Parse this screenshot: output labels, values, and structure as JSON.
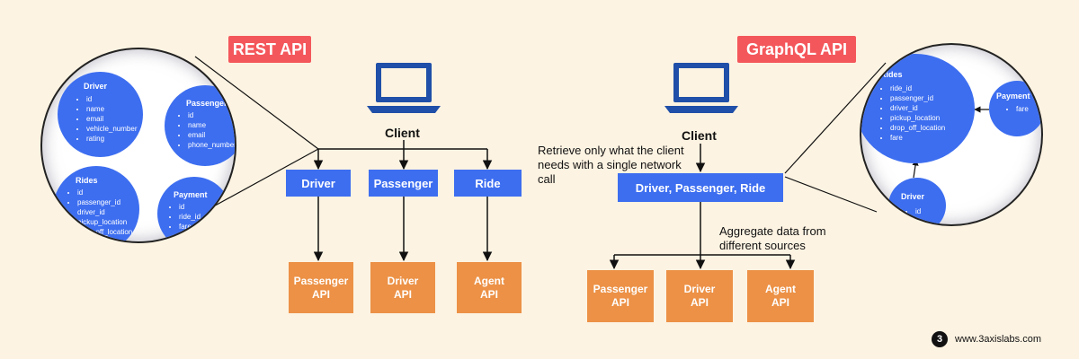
{
  "rest": {
    "tag": "REST API",
    "client_label": "Client",
    "resources": [
      "Driver",
      "Passenger",
      "Ride"
    ],
    "services": [
      "Passenger\nAPI",
      "Driver\nAPI",
      "Agent\nAPI"
    ],
    "bubbles": [
      {
        "title": "Driver",
        "fields": [
          "id",
          "name",
          "email",
          "vehicle_number",
          "rating"
        ]
      },
      {
        "title": "Passenger",
        "fields": [
          "id",
          "name",
          "email",
          "phone_number"
        ]
      },
      {
        "title": "Rides",
        "fields": [
          "id",
          "passenger_id",
          "driver_id",
          "pickup_location",
          "drop_off_location"
        ]
      },
      {
        "title": "Payment",
        "fields": [
          "id",
          "ride_id",
          "fare"
        ]
      }
    ]
  },
  "graphql": {
    "tag": "GraphQL API",
    "client_label": "Client",
    "request_note": "Retrieve only what the client\nneeds with a single network call",
    "endpoint": "Driver, Passenger, Ride",
    "aggregate_note": "Aggregate data from\ndifferent sources",
    "services": [
      "Passenger\nAPI",
      "Driver\nAPI",
      "Agent\nAPI"
    ],
    "bubbles": [
      {
        "title": "Rides",
        "fields": [
          "ride_id",
          "passenger_id",
          "driver_id",
          "pickup_location",
          "drop_off_location",
          "fare"
        ]
      },
      {
        "title": "Payment",
        "fields": [
          "fare"
        ]
      },
      {
        "title": "Driver",
        "fields": [
          "id"
        ]
      }
    ]
  },
  "brand": {
    "logo": "3",
    "url": "www.3axislabs.com"
  },
  "colors": {
    "background": "#fdf3e2",
    "tag": "#f4575b",
    "resource": "#3d6ef0",
    "service": "#ec9146"
  },
  "icons": [
    "laptop-icon",
    "laptop-icon"
  ]
}
